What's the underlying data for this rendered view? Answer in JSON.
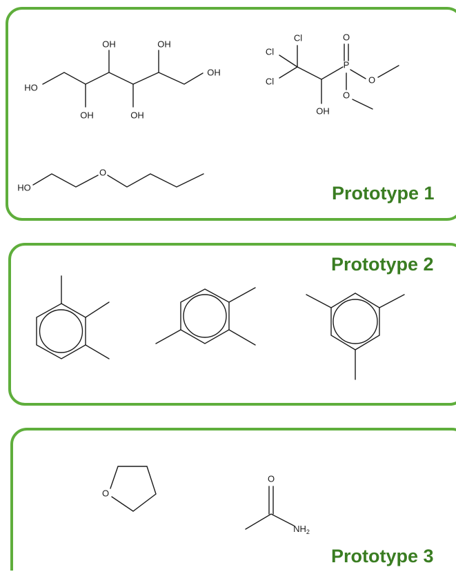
{
  "colors": {
    "box_border": "#5fae3c",
    "label": "#3a7d22",
    "bond": "#1a1a1a"
  },
  "panels": [
    {
      "label": "Prototype 1",
      "molecules": [
        {
          "name": "sorbitol",
          "atom_labels": {
            "oh_top_left": "OH",
            "oh_top_right": "OH",
            "oh_right": "OH",
            "ho_left": "HO",
            "oh_bottom_left": "OH",
            "oh_bottom_right": "OH"
          }
        },
        {
          "name": "trichlorfon",
          "atom_labels": {
            "cl_top": "Cl",
            "cl_left": "Cl",
            "cl_bottom": "Cl",
            "p": "P",
            "o_double": "O",
            "o_methoxy_1": "O",
            "o_methoxy_2": "O",
            "oh": "OH"
          }
        },
        {
          "name": "2-butoxyethanol",
          "atom_labels": {
            "ho": "HO",
            "o": "O"
          }
        }
      ]
    },
    {
      "label": "Prototype 2",
      "molecules": [
        {
          "name": "1,2,3-trimethylbenzene",
          "atom_labels": {}
        },
        {
          "name": "1,2,4-trimethylbenzene",
          "atom_labels": {}
        },
        {
          "name": "1,3,5-trimethylbenzene",
          "atom_labels": {}
        }
      ]
    },
    {
      "label": "Prototype 3",
      "molecules": [
        {
          "name": "tetrahydrofuran",
          "atom_labels": {
            "o": "O"
          }
        },
        {
          "name": "acetamide",
          "atom_labels": {
            "o": "O",
            "nh2": "NH",
            "nh2_sub": "2"
          }
        }
      ]
    }
  ]
}
